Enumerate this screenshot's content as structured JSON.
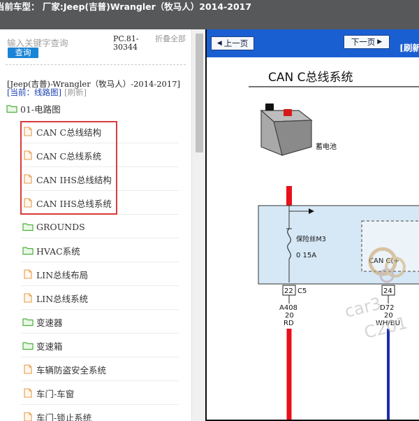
{
  "header": {
    "title": "当前车型： 厂家:Jeep(吉普)Wrangler（牧马人）2014-2017"
  },
  "search": {
    "placeholder": "输入关键字查询",
    "button_label": "查询"
  },
  "doc_code": "PC.81-30344",
  "collapse_all_label": "折叠全部",
  "breadcrumb": {
    "vehicle": "[Jeep(吉普)-Wrangler（牧马人）-2014-2017]",
    "current": "[当前：线路图]",
    "refresh": "[刷新]"
  },
  "tree": {
    "root": {
      "label": "01-电路图",
      "icon": "folder-icon"
    },
    "items": [
      {
        "label": "CAN C总线结构",
        "icon": "document-icon"
      },
      {
        "label": "CAN C总线系统",
        "icon": "document-icon"
      },
      {
        "label": "CAN IHS总线结构",
        "icon": "document-icon"
      },
      {
        "label": "CAN IHS总线系统",
        "icon": "document-icon"
      },
      {
        "label": "GROUNDS",
        "icon": "folder-icon"
      },
      {
        "label": "HVAC系统",
        "icon": "folder-icon"
      },
      {
        "label": "LIN总线布局",
        "icon": "document-icon"
      },
      {
        "label": "LIN总线系统",
        "icon": "document-icon"
      },
      {
        "label": "变速器",
        "icon": "folder-icon"
      },
      {
        "label": "变速箱",
        "icon": "folder-icon"
      },
      {
        "label": "车辆防盗安全系统",
        "icon": "document-icon"
      },
      {
        "label": "车门-车窗",
        "icon": "document-icon"
      },
      {
        "label": "车门-锁止系统",
        "icon": "document-icon"
      }
    ]
  },
  "nav": {
    "prev_label": "上一页",
    "next_label": "下一页",
    "refresh_label": "[刷新"
  },
  "diagram": {
    "title": "CAN C总线系统",
    "battery_label": "蓄电池",
    "fuse_label": "保险丝M3",
    "fuse_rating": "0 15A",
    "module_label": "CAN C(+",
    "pins": [
      {
        "pin": "22",
        "conn": "C5",
        "circuit": "A408",
        "gauge": "20",
        "color": "RD"
      },
      {
        "pin": "24",
        "conn": "",
        "circuit": "D72",
        "gauge": "20",
        "color": "WH/BU"
      }
    ],
    "watermarks": [
      "car3",
      "C201"
    ],
    "colors": {
      "power_wire": "#e8101a",
      "bus_wire": "#1a2cb0",
      "module_fill": "#d6e8f6"
    }
  }
}
